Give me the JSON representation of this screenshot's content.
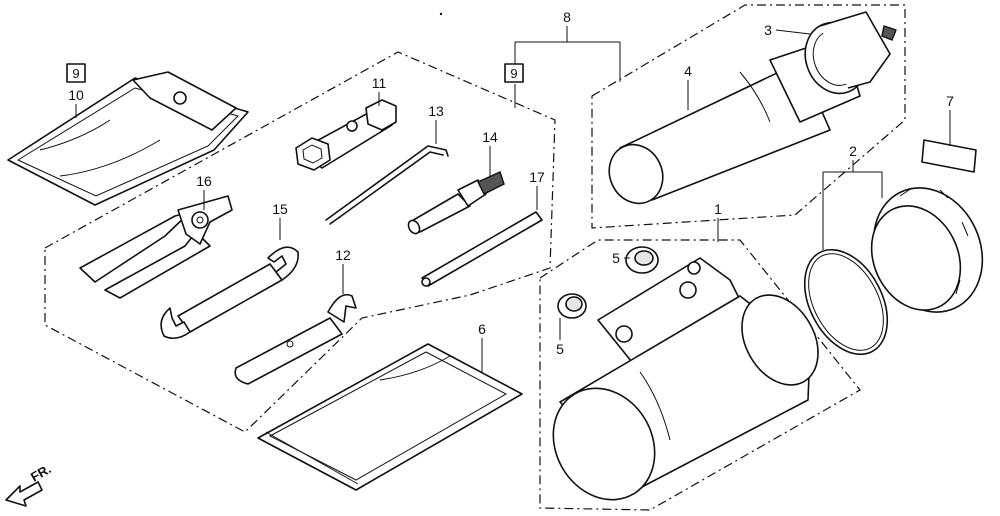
{
  "labels": {
    "p1": "1",
    "p2": "2",
    "p3": "3",
    "p4": "4",
    "p5a": "5",
    "p5b": "5",
    "p6": "6",
    "p7": "7",
    "p8": "8",
    "p9a": "9",
    "p9b": "9",
    "p10": "10",
    "p11": "11",
    "p12": "12",
    "p13": "13",
    "p14": "14",
    "p15": "15",
    "p16": "16",
    "p17": "17"
  },
  "direction": {
    "text": "FR."
  }
}
